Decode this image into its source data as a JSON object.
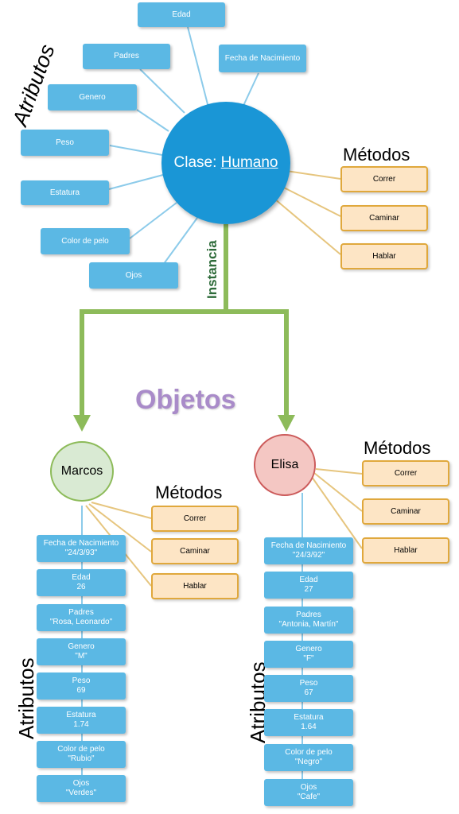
{
  "class_node": {
    "prefix": "Clase: ",
    "name": "Humano"
  },
  "class_attributes": [
    "Edad",
    "Padres",
    "Fecha de Nacimiento",
    "Genero",
    "Peso",
    "Estatura",
    "Color de pelo",
    "Ojos"
  ],
  "class_methods": [
    "Correr",
    "Caminar",
    "Hablar"
  ],
  "labels": {
    "atributos": "Atributos",
    "metodos": "Métodos",
    "instancia": "Instancia",
    "objetos": "Objetos"
  },
  "objects": [
    {
      "name": "Marcos",
      "attributes": [
        {
          "label": "Fecha de Nacimiento",
          "value": "\"24/3/93\""
        },
        {
          "label": "Edad",
          "value": "26"
        },
        {
          "label": "Padres",
          "value": "\"Rosa, Leonardo\""
        },
        {
          "label": "Genero",
          "value": "\"M\""
        },
        {
          "label": "Peso",
          "value": "69"
        },
        {
          "label": "Estatura",
          "value": "1.74"
        },
        {
          "label": "Color de pelo",
          "value": "\"Rubio\""
        },
        {
          "label": "Ojos",
          "value": "\"Verdes\""
        }
      ],
      "methods": [
        "Correr",
        "Caminar",
        "Hablar"
      ]
    },
    {
      "name": "Elisa",
      "attributes": [
        {
          "label": "Fecha de Nacimiento",
          "value": "\"24/3/92\""
        },
        {
          "label": "Edad",
          "value": "27"
        },
        {
          "label": "Padres",
          "value": "\"Antonia, Martín\""
        },
        {
          "label": "Genero",
          "value": "\"F\""
        },
        {
          "label": "Peso",
          "value": "67"
        },
        {
          "label": "Estatura",
          "value": "1.64"
        },
        {
          "label": "Color de pelo",
          "value": "\"Negro\""
        },
        {
          "label": "Ojos",
          "value": "\"Cafe\""
        }
      ],
      "methods": [
        "Correr",
        "Caminar",
        "Hablar"
      ]
    }
  ],
  "colors": {
    "class_circle": "#1a96d6",
    "attribute_box": "#5bb8e4",
    "method_box": "#fde5c5",
    "method_border": "#e0a83c",
    "instance_arrow": "#8dbb5a",
    "objetos_text": "#a98bc9",
    "instancia_text": "#2e6b3a",
    "marcos_fill": "#d9ead3",
    "marcos_border": "#8dbb5a",
    "elisa_fill": "#f4c7c3",
    "elisa_border": "#cc5b5b"
  }
}
